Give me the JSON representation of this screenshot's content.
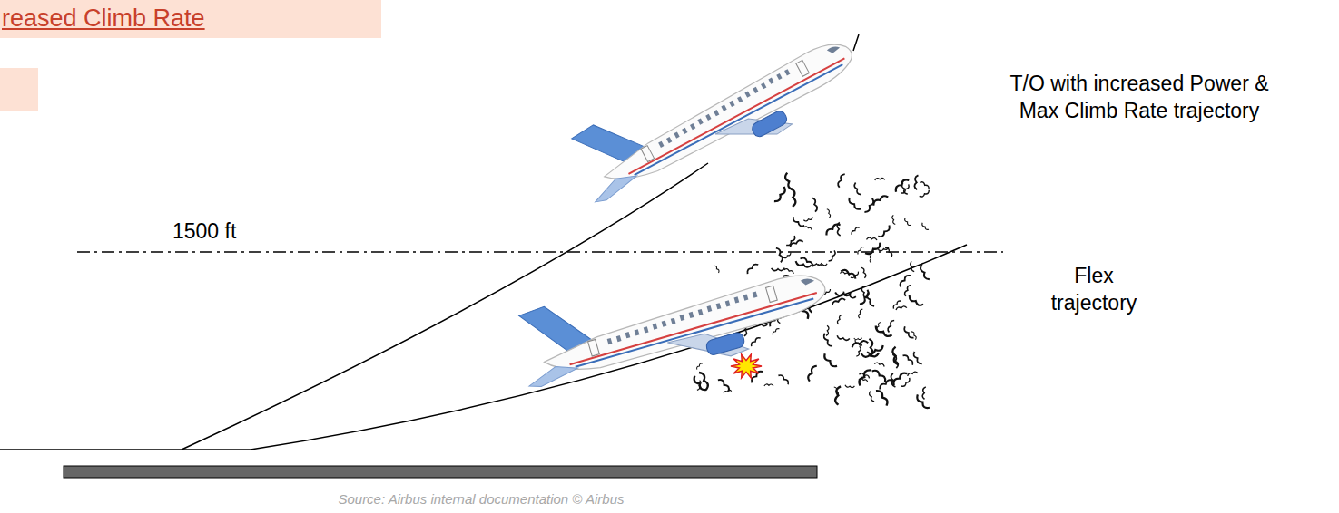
{
  "diagram": {
    "caption": "Source: Airbus internal documentation © Airbus",
    "nodes": [
      {
        "text": [
          "reased Climb Rate"
        ]
      }
    ],
    "labels": [
      "1500 ft",
      "T/O with increased Power & Max Climb Rate trajectory",
      "Flex trajectory"
    ]
  }
}
